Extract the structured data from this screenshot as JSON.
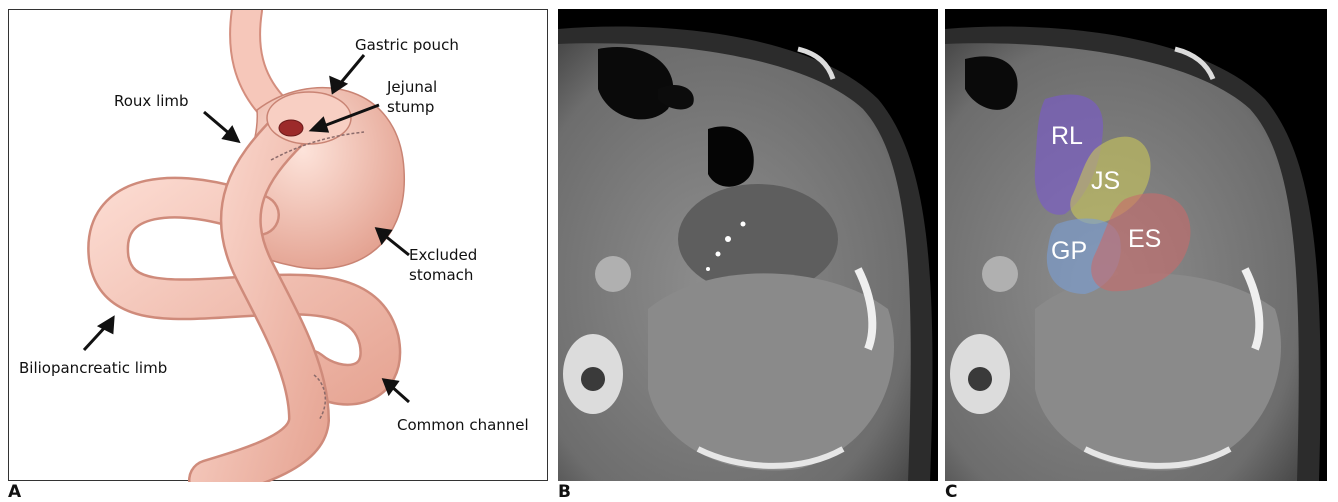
{
  "panels": {
    "a": {
      "letter": "A",
      "labels": {
        "gastric_pouch": "Gastric pouch",
        "jejunal_stump_1": "Jejunal",
        "jejunal_stump_2": "stump",
        "roux_limb": "Roux limb",
        "excluded_stomach_1": "Excluded",
        "excluded_stomach_2": "stomach",
        "biliopancreatic_limb": "Biliopancreatic limb",
        "common_channel": "Common channel"
      }
    },
    "b": {
      "letter": "B"
    },
    "c": {
      "letter": "C",
      "segments": {
        "rl": "RL",
        "js": "JS",
        "gp": "GP",
        "es": "ES"
      }
    }
  },
  "colors": {
    "bowel": "#f2bcae",
    "bowel_shade": "#d98f80",
    "rl": "#7a5ac8",
    "js": "#c9c65a",
    "gp": "#7a9ed6",
    "es": "#c86a6a"
  }
}
